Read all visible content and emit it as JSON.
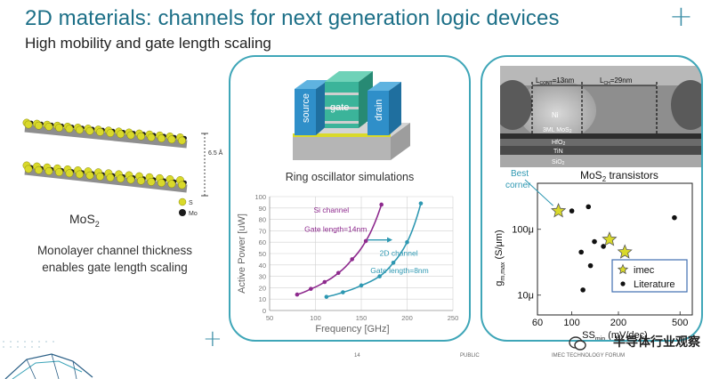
{
  "slide": {
    "title": "2D materials: channels for next generation logic devices",
    "subtitle": "High mobility and gate length scaling",
    "footer_page": "14",
    "footer_public": "PUBLIC",
    "footer_right": "IMEC TECHNOLOGY FORUM",
    "watermark": "半导体行业观察"
  },
  "left": {
    "spacing_label": "6.5 Å",
    "legend": [
      {
        "label": "S",
        "color": "#d9d92a"
      },
      {
        "label": "Mo",
        "color": "#1b1b1b"
      }
    ],
    "material_label": "MoS",
    "material_sub": "2",
    "description": "Monolayer channel thickness enables gate length scaling"
  },
  "middle": {
    "device_labels": {
      "source": "source",
      "gate": "gate",
      "drain": "drain"
    },
    "colors": {
      "source": "#2f8fc9",
      "gate": "#3bb49a",
      "drain": "#2f8fc9",
      "substrate": "#b5b5b5"
    },
    "chart_title": "Ring oscillator simulations"
  },
  "right": {
    "tem": {
      "l_cont_label": "L",
      "l_cont_sub": "CONT",
      "l_cont_value": "=13nm",
      "l_ch_label": "L",
      "l_ch_sub": "CH",
      "l_ch_value": "=29nm",
      "layer_ni": "Ni",
      "layer_mos2": "3ML MoS",
      "layer_mos2_sub": "2",
      "layer_hfo2": "HfO",
      "layer_hfo2_sub": "2",
      "layer_tin": "TiN",
      "layer_sio2": "SiO",
      "layer_sio2_sub": "2"
    },
    "best_corner": [
      "Best",
      "corner"
    ]
  },
  "chart_data": [
    {
      "type": "line",
      "xlabel": "Frequency [GHz]",
      "ylabel": "Active Power [uW]",
      "xlim": [
        50,
        250
      ],
      "ylim": [
        0,
        100
      ],
      "xticks": [
        50,
        100,
        150,
        200,
        250
      ],
      "yticks": [
        0,
        10,
        20,
        30,
        40,
        50,
        60,
        70,
        80,
        90,
        100
      ],
      "grid": true,
      "series": [
        {
          "name": "Si channel",
          "label2": "Gate length=14nm",
          "color": "#8e2a8e",
          "x": [
            80,
            95,
            110,
            125,
            140,
            155,
            172
          ],
          "y": [
            14,
            19,
            25,
            33,
            45,
            61,
            93
          ]
        },
        {
          "name": "2D channel",
          "label2": "Gate length=8nm",
          "color": "#2e98b2",
          "x": [
            112,
            130,
            150,
            170,
            185,
            200,
            215
          ],
          "y": [
            12,
            16,
            22,
            30,
            42,
            60,
            94
          ]
        }
      ],
      "annotation_arrow": {
        "from": [
          157,
          62
        ],
        "to": [
          184,
          62
        ]
      }
    },
    {
      "type": "scatter",
      "title": "MoS",
      "title_sub": "2",
      "title_rest": " transistors",
      "xlabel": "SS",
      "xlabel_sub": "min",
      "xlabel_rest": " (mV/dec)",
      "ylabel": "g",
      "ylabel_sub": "m,max",
      "ylabel_rest": " (S/μm)",
      "xscale": "log",
      "yscale": "log",
      "xlim": [
        60,
        600
      ],
      "ylim": [
        5e-06,
        0.0005
      ],
      "xticks": [
        60,
        100,
        200,
        500
      ],
      "yticks": [
        1e-05,
        0.0001
      ],
      "ytick_labels": [
        "10μ",
        "100μ"
      ],
      "series": [
        {
          "name": "imec",
          "marker": "star",
          "color": "#d9d92a",
          "x": [
            82,
            175,
            220
          ],
          "y": [
            0.00019,
            7e-05,
            4.5e-05
          ]
        },
        {
          "name": "Literature",
          "marker": "dot",
          "color": "#111111",
          "x": [
            100,
            128,
            140,
            460,
            115,
            132,
            160,
            118
          ],
          "y": [
            0.00019,
            0.00022,
            6.5e-05,
            0.00015,
            4.5e-05,
            2.8e-05,
            5.5e-05,
            1.2e-05
          ]
        }
      ]
    }
  ]
}
